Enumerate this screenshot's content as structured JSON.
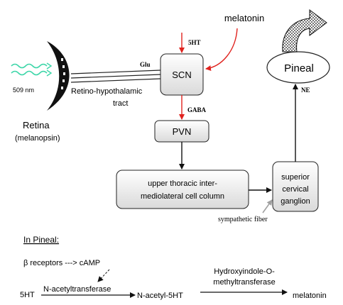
{
  "labels": {
    "melatonin_top": "melatonin",
    "ht_small": "5HT",
    "glu": "Glu",
    "scn": "SCN",
    "pineal": "Pineal",
    "ne": "NE",
    "gaba": "GABA",
    "pvn": "PVN",
    "wavelength": "509 nm",
    "tract_line1": "Retino-hypothalamic",
    "tract_line2": "tract",
    "retina": "Retina",
    "melanopsin": "(melanopsin)",
    "upper_line1": "upper thoracic inter-",
    "upper_line2": "mediolateral cell column",
    "scg_line1": "superior",
    "scg_line2": "cervical",
    "scg_line3": "ganglion",
    "sympathetic": "sympathetic fiber"
  },
  "pathway": {
    "heading": "In Pineal:",
    "receptors": "β receptors ---> cAMP",
    "substrate": "5HT",
    "enzyme1": "N-acetyltransferase",
    "intermediate": "N-acetyl-5HT",
    "enzyme2_line1": "Hydroxyindole-O-",
    "enzyme2_line2": "methyltransferase",
    "product": "melatonin"
  },
  "colors": {
    "light_waves": "#3cd6a8",
    "red_arrows": "#e0231f",
    "gray_arrow": "#a0a0a0",
    "box_fill_top": "#ffffff",
    "box_fill_bottom": "#dcdcdc"
  }
}
